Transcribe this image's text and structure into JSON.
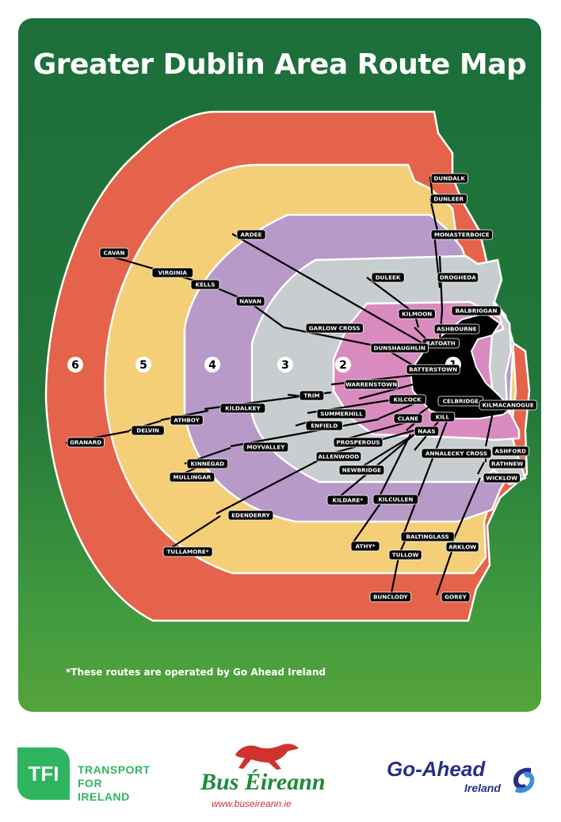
{
  "title": "Greater Dublin Area Route Map",
  "footnote": "*These routes are operated by Go Ahead Ireland",
  "colors": {
    "background_green": "#1c6e3a",
    "zone1": "#000000",
    "zone2": "#d98bbf",
    "zone3": "#c8cdd0",
    "zone4": "#b79ac8",
    "zone5": "#f4cf78",
    "zone6": "#e4634a",
    "label_bg": "#000000"
  },
  "zones": [
    "1",
    "2",
    "3",
    "4",
    "5",
    "6"
  ],
  "places": {
    "dundalk": "DUNDALK",
    "dunleer": "DUNLEER",
    "monasterboice": "MONASTERBOICE",
    "drogheda": "DROGHEDA",
    "duleek": "DULEEK",
    "balbriggan": "BALBRIGGAN",
    "kilmoon": "KILMOON",
    "ashbourne": "ASHBOURNE",
    "ratoath": "RATOATH",
    "dunshaughlin": "DUNSHAUGHLIN",
    "garlow_cross": "GARLOW CROSS",
    "ardee": "ARDEE",
    "cavan": "CAVAN",
    "virginia": "VIRGINIA",
    "kells": "KELLS",
    "navan": "NAVAN",
    "batterstown": "BATTERSTOWN",
    "warrenstown": "WARRENSTOWN",
    "trim": "TRIM",
    "kilcock": "KILCOCK",
    "celbridge": "CELBRIDGE",
    "kilmacanogue": "KILMACANOGUE",
    "kildalkey": "KILDALKEY",
    "athboy": "ATHBOY",
    "summerhill": "SUMMERHILL",
    "clane": "CLANE",
    "kill": "KILL",
    "delvin": "DELVIN",
    "enfield": "ENFIELD",
    "naas": "NAAS",
    "granard": "GRANARD",
    "prosperous": "PROSPEROUS",
    "moyvalley": "MOYVALLEY",
    "allenwood": "ALLENWOOD",
    "annalecky_cross": "ANNALECKY CROSS",
    "ashford": "ASHFORD",
    "kinnegad": "KINNEGAD",
    "rathnew": "RATHNEW",
    "newbridge": "NEWBRIDGE",
    "mullingar": "MULLINGAR",
    "wicklow": "WICKLOW",
    "kildare": "KILDARE*",
    "kilcullen": "KILCULLEN",
    "edenderry": "EDENDERRY",
    "baltinglass": "BALTINGLASS",
    "athy": "ATHY*",
    "arklow": "ARKLOW",
    "tullamore": "TULLAMORE*",
    "tullow": "TULLOW",
    "bunclody": "BUNCLODY",
    "gorey": "GOREY"
  },
  "logos": {
    "tfi_badge": "TFI",
    "tfi_line1": "TRANSPORT",
    "tfi_line2": "FOR",
    "tfi_line3": "IRELAND",
    "bus_eireann": "Bus Éireann",
    "bus_eireann_web": "www.buseireann.ie",
    "go_ahead": "Go-Ahead",
    "go_ahead_sub": "Ireland"
  }
}
